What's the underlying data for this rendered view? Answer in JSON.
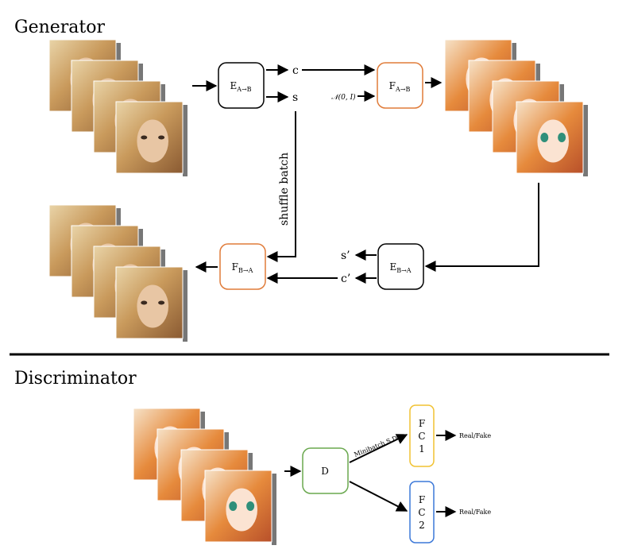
{
  "sections": {
    "generator_title": "Generator",
    "discriminator_title": "Discriminator"
  },
  "generator": {
    "encoder_ab": {
      "main": "E",
      "sub": "A→B"
    },
    "decoder_ab": {
      "main": "F",
      "sub": "A→B"
    },
    "encoder_ba": {
      "main": "E",
      "sub": "B→A"
    },
    "decoder_ba": {
      "main": "F",
      "sub": "B→A"
    },
    "content_label": "c",
    "style_label": "s",
    "noise_label": "𝒩(0, I)",
    "shuffle_label": "shuffle batch",
    "style_prime_label": "s’",
    "content_prime_label": "c’"
  },
  "discriminator": {
    "d_label": "D",
    "fc1_lines": [
      "F",
      "C",
      "1"
    ],
    "fc2_lines": [
      "F",
      "C",
      "2"
    ],
    "minibatch_label": "Minibatch S.D.",
    "output1": "Real/Fake",
    "output2": "Real/Fake"
  },
  "colors": {
    "encoder_border": "#000000",
    "decoder_border": "#e07b39",
    "d_border": "#6aa84f",
    "fc1_border": "#f1c232",
    "fc2_border": "#3c78d8",
    "divider": "#000000"
  },
  "image_stacks": [
    {
      "name": "real-face-stack-top",
      "domain": "real photo",
      "count": 4
    },
    {
      "name": "anime-stack-top",
      "domain": "anime",
      "count": 4
    },
    {
      "name": "real-face-stack-bottom",
      "domain": "real photo",
      "count": 4
    },
    {
      "name": "anime-stack-discriminator",
      "domain": "anime",
      "count": 4
    }
  ]
}
